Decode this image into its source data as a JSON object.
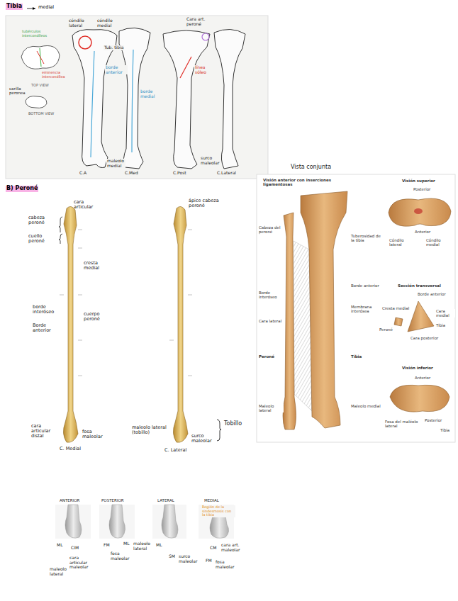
{
  "diagram": {
    "labels": [
      "Tibia",
      "medial",
      "cóndilo lateral",
      "cóndilo medial",
      "Tub. tibia",
      "borde anterior",
      "borde medial",
      "Cara art. peroné",
      "línea sóleo",
      "maleolo medial",
      "C.A",
      "C.Med",
      "C.Post",
      "C.Lateral",
      "surco maleolar",
      "TOP VIEW",
      "BOTTOM VIEW",
      "tubérculos intercondíleos",
      "eminencia intercondílea",
      "carilla peronea",
      "B) Peroné",
      "cara articular",
      "cabeza peroné",
      "cuello peroné",
      "cresta medial",
      "borde interóseo",
      "cuerpo peroné",
      "Borde anterior",
      "cara articular distal",
      "fosa maleolar",
      "C. Medial",
      "ápice cabeza peroné",
      "maleolo lateral (tobillo)",
      "surco maleolar",
      "C. Lateral",
      "Tobillo",
      "Vista conjunta",
      "Visión anterior con inserciones ligamentosas",
      "Cabeza del peroné",
      "Borde interóseo",
      "Cara lateral",
      "Peroné",
      "Maleolo lateral",
      "Tuberosidad de la tibia",
      "Borde anterior",
      "Membrana interósea",
      "Tibia",
      "Maleolo medial",
      "Visión superior",
      "Posterior",
      "Anterior",
      "Cóndilo lateral",
      "Cóndilo medial",
      "Sección transversal",
      "Borde anterior",
      "Cresta medial",
      "Cara medial",
      "Peroné",
      "Tibia",
      "Cara posterior",
      "Visión inferior",
      "Anterior",
      "Posterior",
      "Fosa del maléolo lateral",
      "Tibia",
      "ANTERIOR",
      "POSTERIOR",
      "LATERAL",
      "MEDIAL",
      "Región de la sindesmosis con la tibia",
      "ML",
      "CIM",
      "FM",
      "ML",
      "ML",
      "SM",
      "CM",
      "FM",
      "maleolo lateral",
      "cara articular maleolar",
      "fosa maleolar",
      "maleolo lateral",
      "surco maleolar",
      "cara art. maleolar",
      "fosa maleolar"
    ]
  }
}
